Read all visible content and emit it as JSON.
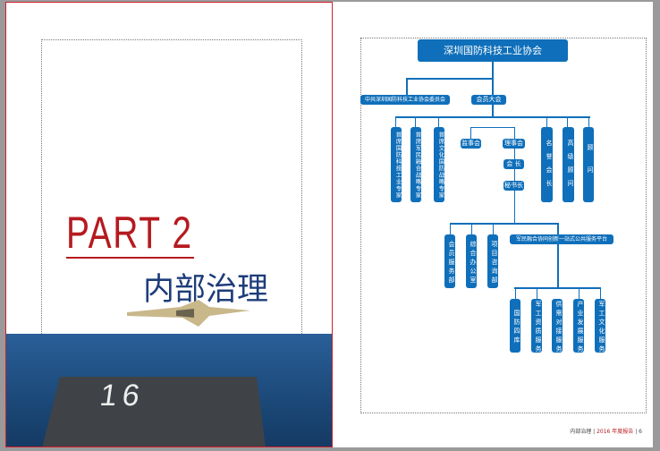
{
  "left_page": {
    "part": "PART 2",
    "title": "内部治理",
    "deck_number": "16"
  },
  "org": {
    "top": "深圳国防科技工业协会",
    "party": "中共深圳国防科技工业协会委员会",
    "assembly": "会员大会",
    "experts": [
      "首席国防科技工业专家",
      "首席军民融合战略专家",
      "首席文化国防战略专家"
    ],
    "supervisory": "监事会",
    "council": "理事会",
    "president": "会 长",
    "secretary": "秘书长",
    "honorary": [
      "名誉会长",
      "高级顾问",
      "顾问"
    ],
    "departments": [
      "会员服务部",
      "综合办公室",
      "项目咨询部"
    ],
    "platform": "军民融合协同创新一站式公共服务平台",
    "services": [
      "国防四库",
      "军工资质服务",
      "供需对接服务",
      "产业发展服务",
      "军工文化服务"
    ]
  },
  "footer": {
    "section": "内部治理",
    "sep": "|",
    "report": "2016 年度报告",
    "page": "6"
  },
  "colors": {
    "accent_blue": "#0f6fba",
    "accent_red": "#b51a1f"
  }
}
